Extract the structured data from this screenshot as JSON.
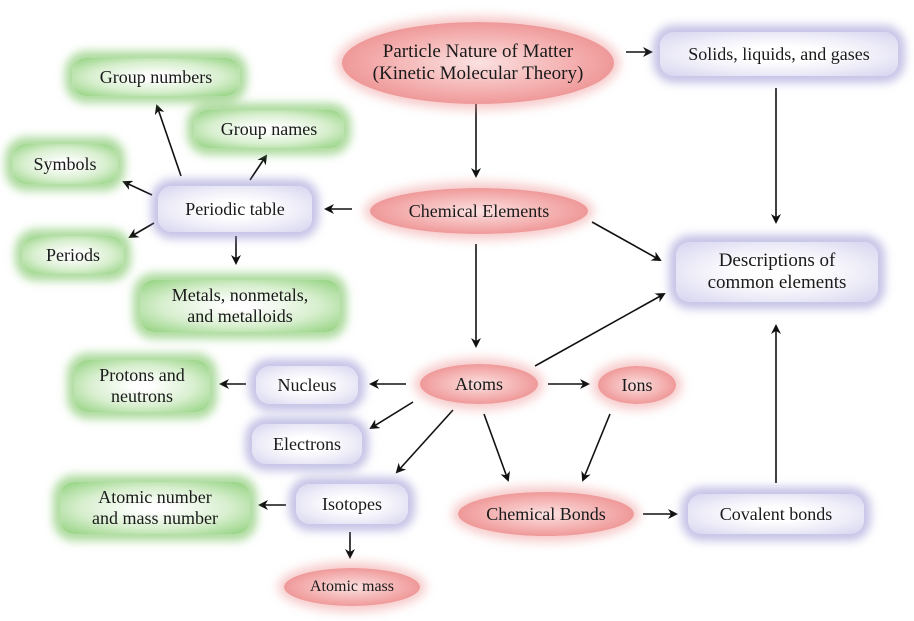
{
  "diagram": {
    "nodes": {
      "particle_nature": "Particle Nature of Matter\n(Kinetic Molecular Theory)",
      "solids_liquids_gases": "Solids, liquids, and gases",
      "chemical_elements": "Chemical Elements",
      "periodic_table": "Periodic table",
      "group_numbers": "Group numbers",
      "group_names": "Group names",
      "symbols": "Symbols",
      "periods": "Periods",
      "metals": "Metals, nonmetals,\nand metalloids",
      "descriptions": "Descriptions of\ncommon elements",
      "atoms": "Atoms",
      "ions": "Ions",
      "nucleus": "Nucleus",
      "protons_neutrons": "Protons and\nneutrons",
      "electrons": "Electrons",
      "isotopes": "Isotopes",
      "atomic_number": "Atomic number\nand mass number",
      "atomic_mass": "Atomic mass",
      "chemical_bonds": "Chemical Bonds",
      "covalent_bonds": "Covalent bonds"
    },
    "colors": {
      "pink": "#ec8f8f",
      "violet": "#a9a5dc",
      "green": "#8ed07a",
      "arrow": "#111111"
    }
  }
}
